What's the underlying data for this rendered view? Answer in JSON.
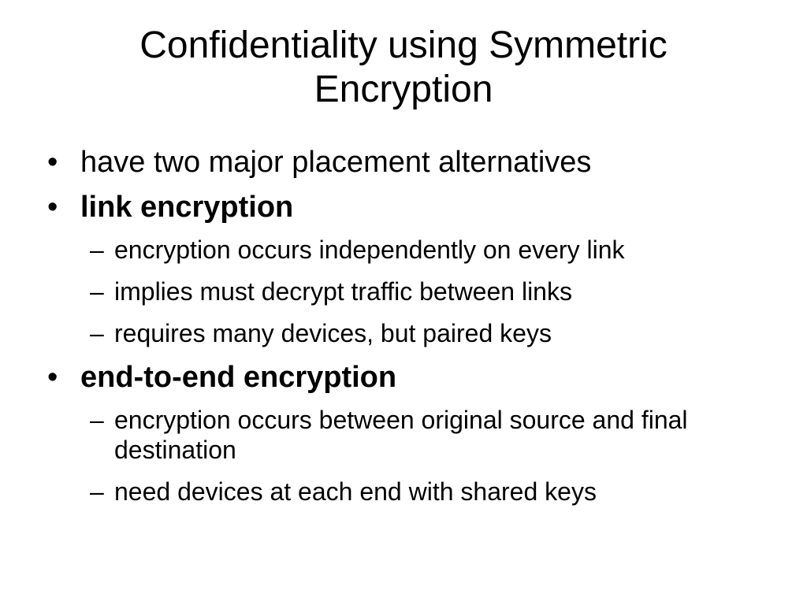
{
  "slide": {
    "title": "Confidentiality using Symmetric Encryption",
    "bullet_glyph": "•",
    "dash_glyph": "–",
    "items": [
      {
        "text": "have two major placement alternatives"
      },
      {
        "text": "link encryption"
      },
      {
        "text": "encryption occurs independently on every link"
      },
      {
        "text": "implies must decrypt traffic between links"
      },
      {
        "text": "requires many devices, but paired keys"
      },
      {
        "text": "end-to-end encryption"
      },
      {
        "text": "encryption occurs between original source and final destination"
      },
      {
        "text": "need devices at each end with shared keys"
      }
    ]
  }
}
